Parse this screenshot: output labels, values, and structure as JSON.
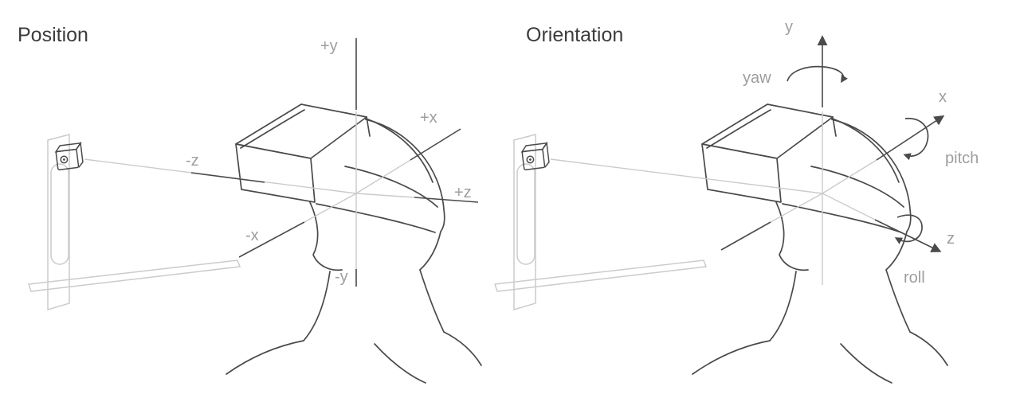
{
  "panels": {
    "position": {
      "title": "Position",
      "axis_labels": {
        "pos_y": "+y",
        "neg_y": "-y",
        "pos_x": "+x",
        "neg_x": "-x",
        "pos_z": "+z",
        "neg_z": "-z"
      }
    },
    "orientation": {
      "title": "Orientation",
      "axis_labels": {
        "y": "y",
        "x": "x",
        "z": "z"
      },
      "rotation_labels": {
        "yaw": "yaw",
        "pitch": "pitch",
        "roll": "roll"
      }
    }
  },
  "colors": {
    "line_dark": "#4a4a4a",
    "line_light": "#cbcbcb",
    "label_gray": "#9e9e9e",
    "title_gray": "#3d3d3d",
    "background": "#ffffff"
  }
}
